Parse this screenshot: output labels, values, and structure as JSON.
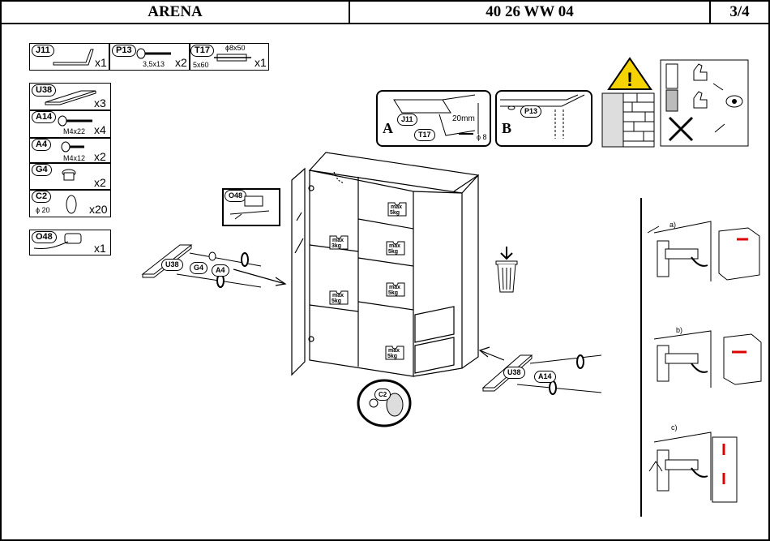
{
  "header": {
    "model": "ARENA",
    "code": "40 26 WW 04",
    "page": "3/4"
  },
  "parts_row1": [
    {
      "id": "J11",
      "qty": "x1",
      "size": ""
    },
    {
      "id": "P13",
      "qty": "x2",
      "size": "3,5x13"
    },
    {
      "id": "T17",
      "qty": "x1",
      "size": "5x60",
      "size2": "ϕ8x50"
    }
  ],
  "parts_col": [
    {
      "id": "U38",
      "qty": "x3",
      "size": ""
    },
    {
      "id": "A14",
      "qty": "x4",
      "size": "M4x22"
    },
    {
      "id": "A4",
      "qty": "x2",
      "size": "M4x12"
    },
    {
      "id": "G4",
      "qty": "x2",
      "size": ""
    },
    {
      "id": "C2",
      "qty": "x20",
      "size": "ϕ 20"
    }
  ],
  "part_o48": {
    "id": "O48",
    "qty": "x1"
  },
  "detail_a": {
    "letter": "A",
    "tag1": "J11",
    "tag2": "T17",
    "dim1": "20mm",
    "dim2": "ϕ 8"
  },
  "detail_b": {
    "letter": "B",
    "tag1": "P13"
  },
  "callouts": {
    "o48": "O48",
    "c2": "C2",
    "u38_left": "U38",
    "g4": "G4",
    "a4": "A4",
    "u38_right": "U38",
    "a14": "A14"
  },
  "loads": {
    "max": "max",
    "l5": "5kg",
    "l3": "3kg"
  },
  "hinge_steps": [
    "a)",
    "b)",
    "c)"
  ]
}
